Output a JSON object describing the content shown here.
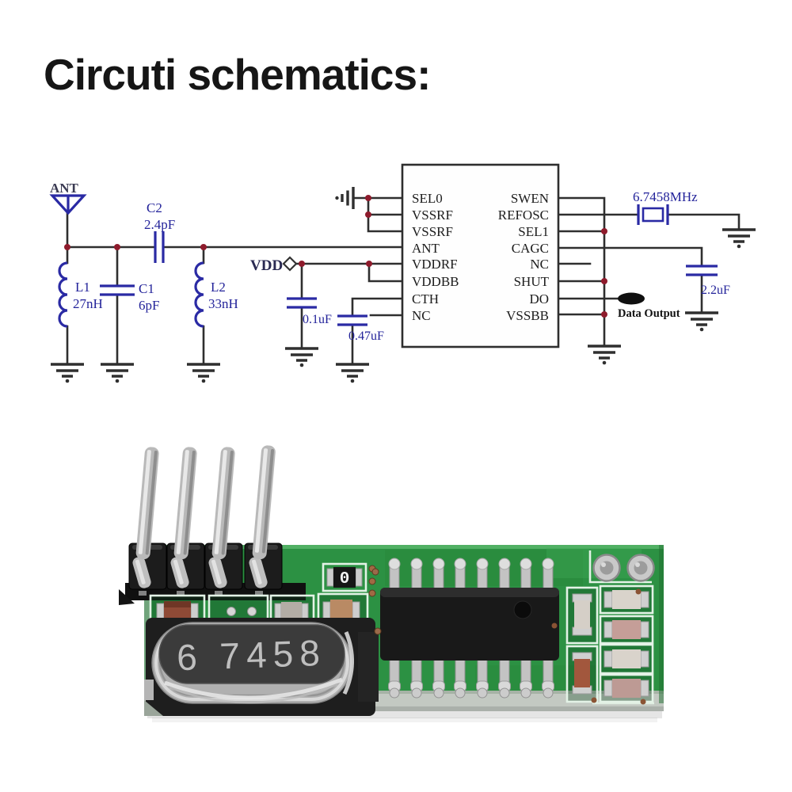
{
  "title": "Circuti schematics:",
  "schematic": {
    "antenna_label": "ANT",
    "vdd_label": "VDD",
    "data_output_label": "Data Output",
    "crystal_value": "6.7458MHz",
    "l1_name": "L1",
    "l1_value": "27nH",
    "c1_name": "C1",
    "c1_value": "6pF",
    "c2_name": "C2",
    "c2_value": "2.4pF",
    "l2_name": "L2",
    "l2_value": "33nH",
    "vdd_cap_value": "0.1uF",
    "cth_cap_value": "0.47uF",
    "agc_cap_value": "2.2uF",
    "ic": {
      "left_pins": [
        "SEL0",
        "VSSRF",
        "VSSRF",
        "ANT",
        "VDDRF",
        "VDDBB",
        "CTH",
        "NC"
      ],
      "right_pins": [
        "SWEN",
        "REFOSC",
        "SEL1",
        "CAGC",
        "NC",
        "SHUT",
        "DO",
        "VSSBB"
      ]
    }
  },
  "pcb": {
    "crystal_marking": "6 7458",
    "resistor_marking": "0"
  },
  "colors": {
    "wire": "#2f2f2f",
    "symbol_blue": "#2a2aa4",
    "label_blue": "#23239a",
    "junction_red": "#8e1b2c",
    "board_green": "#2c9143",
    "silkscreen": "#e3f2e6"
  }
}
